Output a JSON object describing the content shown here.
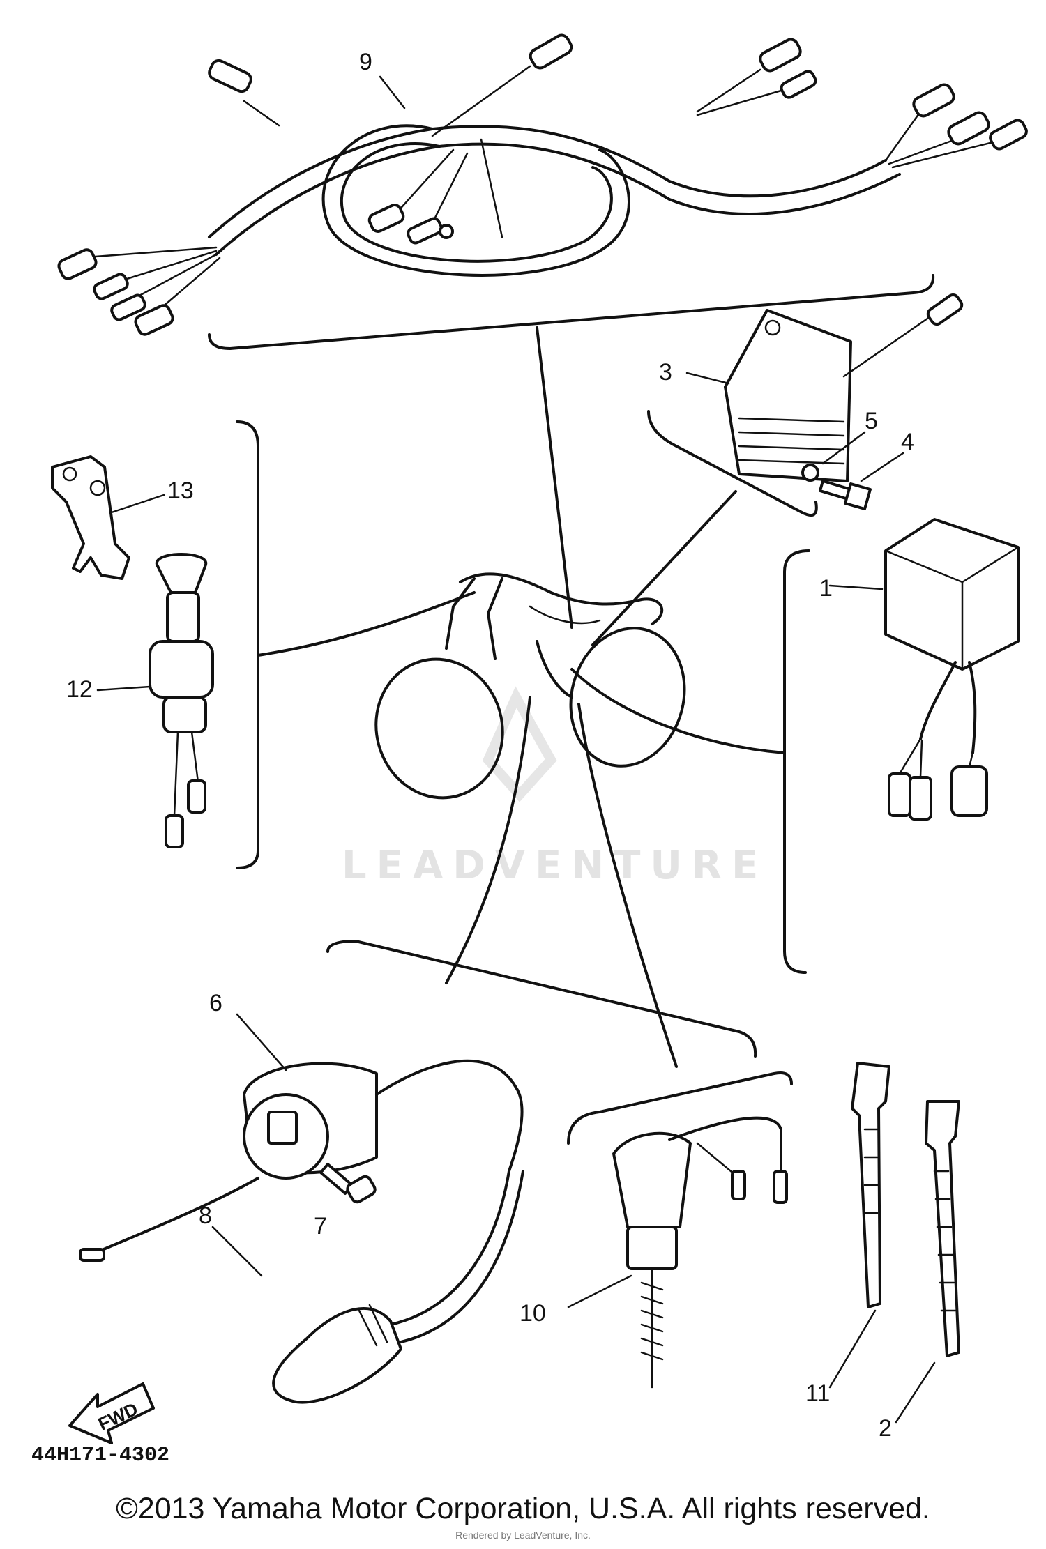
{
  "callouts": {
    "p1": "1",
    "p2": "2",
    "p3": "3",
    "p4": "4",
    "p5": "5",
    "p6": "6",
    "p7": "7",
    "p8": "8",
    "p9": "9",
    "p10": "10",
    "p11": "11",
    "p12": "12",
    "p13": "13"
  },
  "diagram_code": "44H171-4302",
  "fwd_label": "FWD",
  "watermark": "LEADVENTURE",
  "copyright": "©2013 Yamaha Motor Corporation, U.S.A. All rights reserved.",
  "rendered_by": "Rendered by LeadVenture, Inc."
}
